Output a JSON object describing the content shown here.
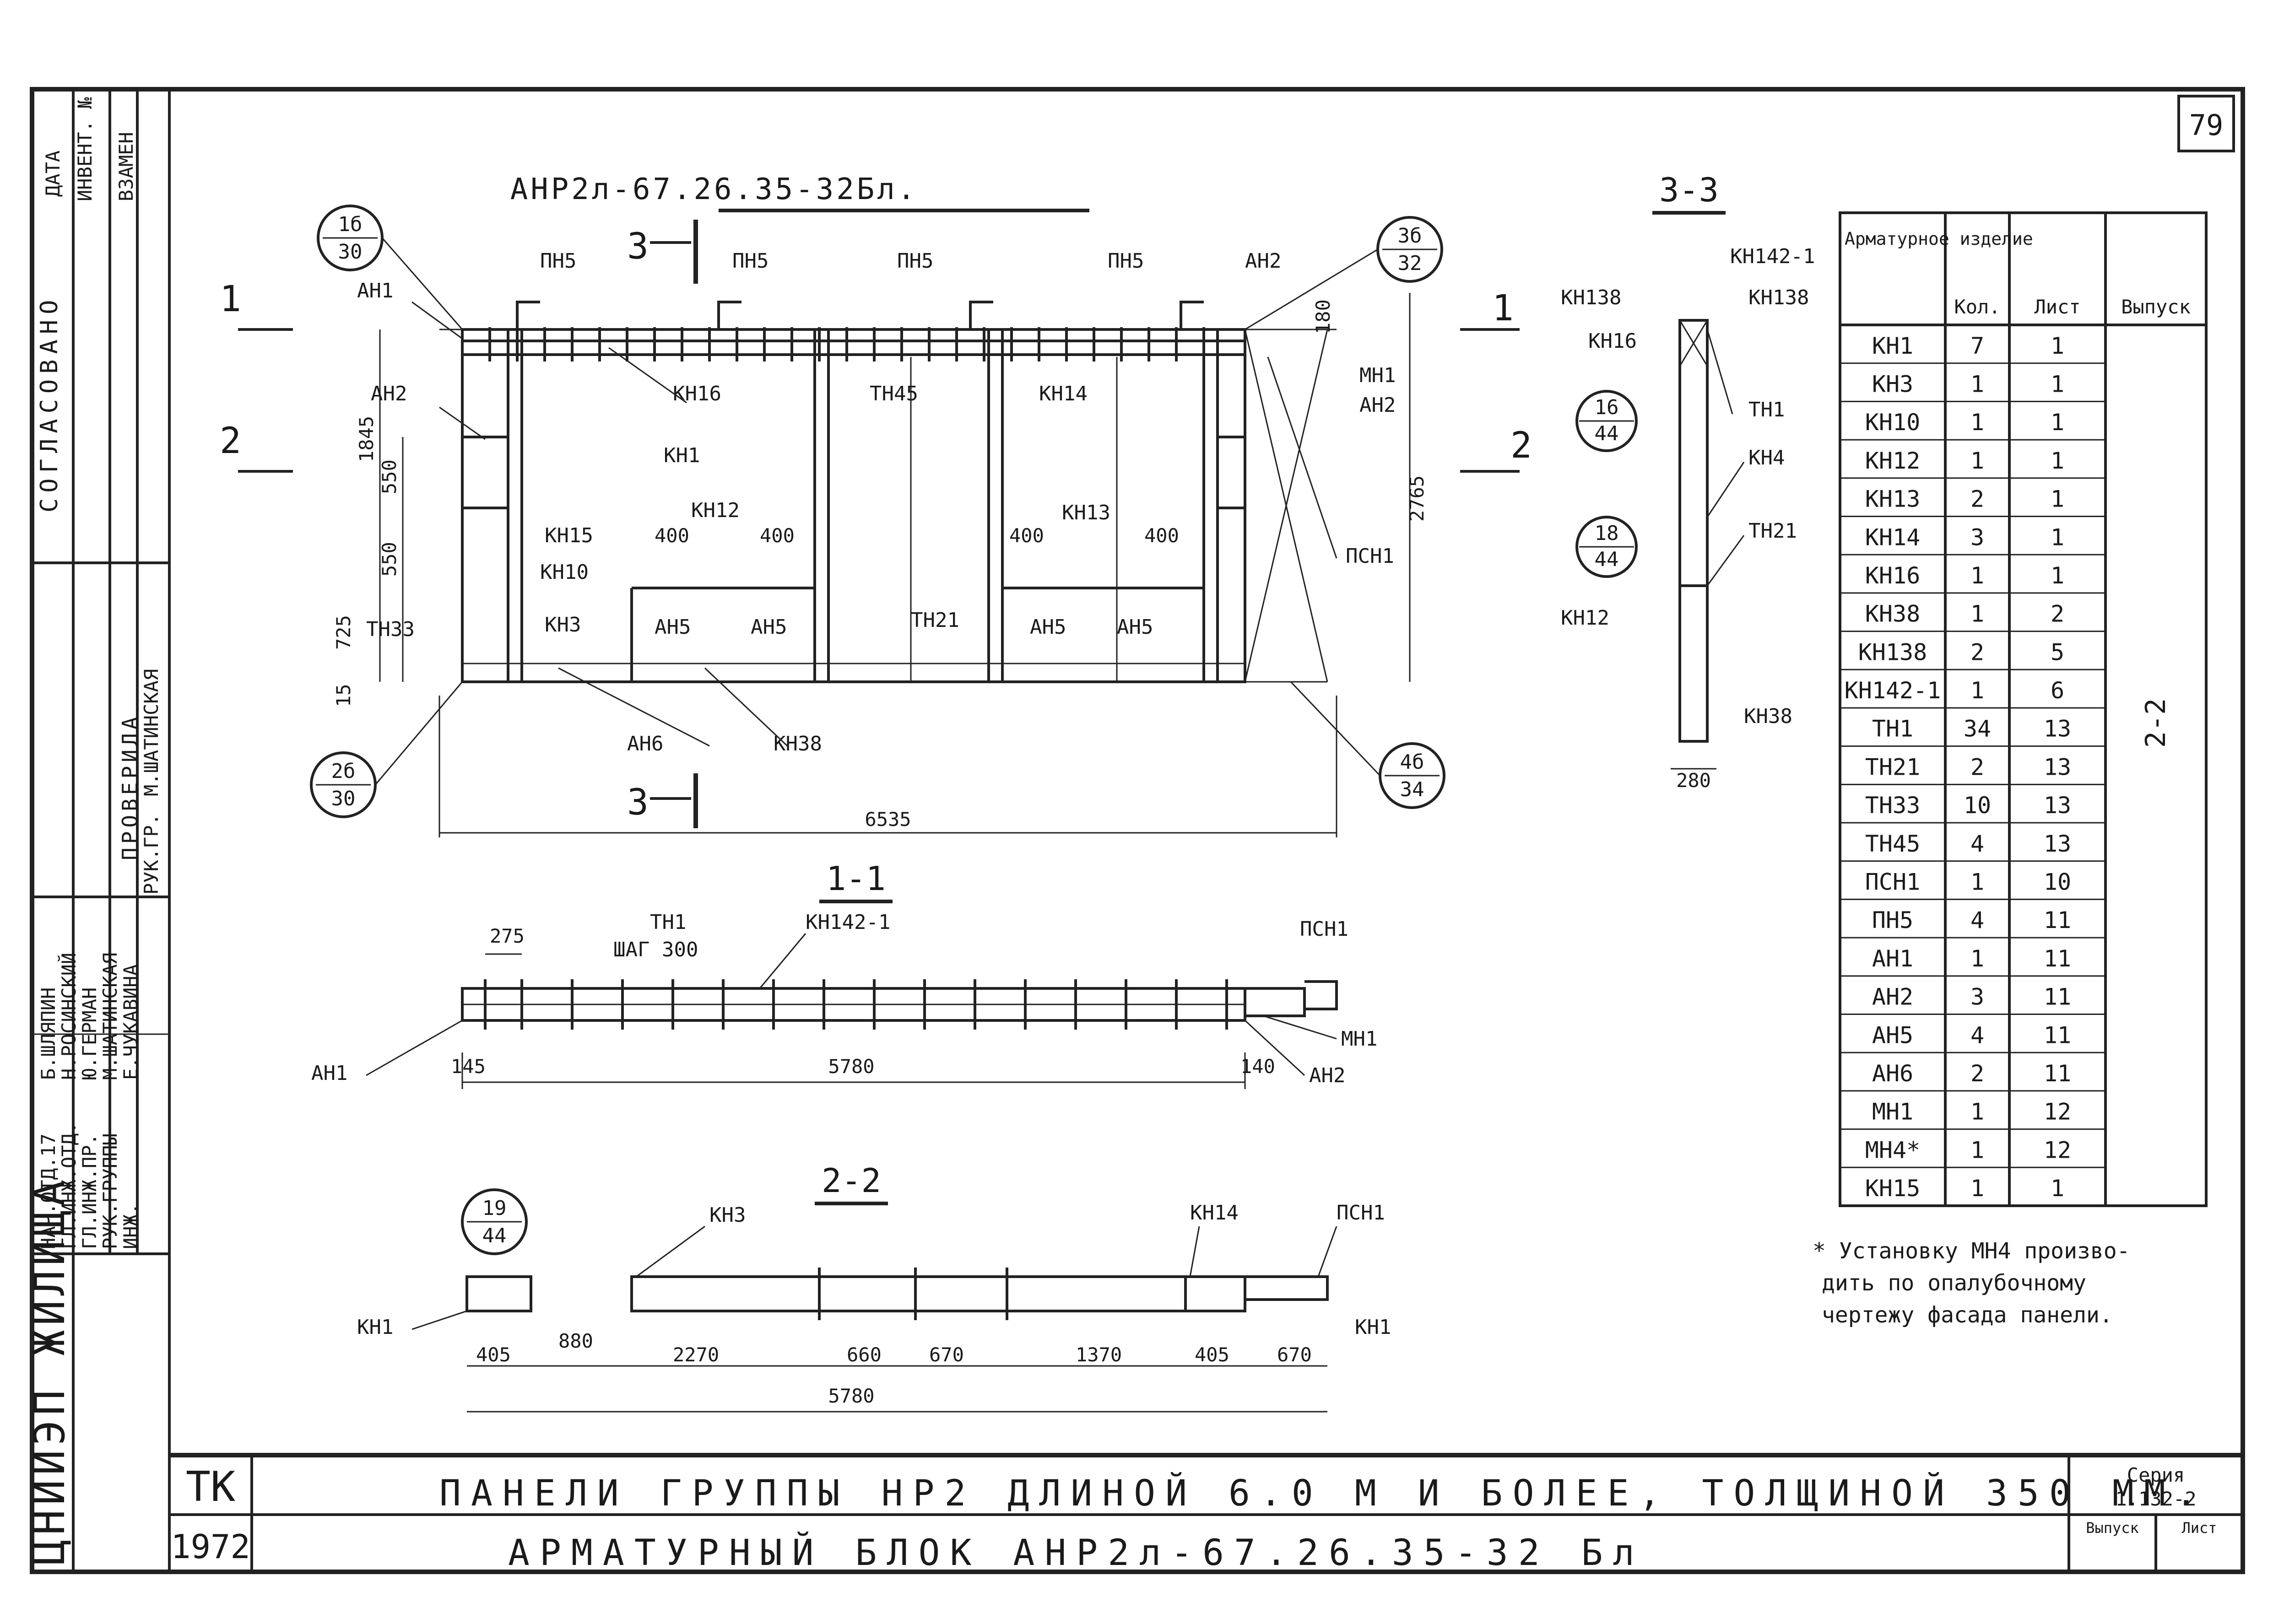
{
  "sheet": {
    "number": "79",
    "series_label": "Серия",
    "series": "1.132-2",
    "issue_label": "Выпуск",
    "list_label": "Лист",
    "tk": "ТК",
    "year": "1972"
  },
  "stamp": {
    "org": "ЦНИИЭП ЖИЛИЩА",
    "agreed": "СОГЛАСОВАНО",
    "checked": "ПРОВЕРИЛА",
    "fields": [
      "ДАТА",
      "ИНВЕНТ. №",
      "ВЗАМЕН"
    ]
  },
  "signatures": [
    {
      "role": "НАЧ.ОТД.17",
      "name": "Б.ШЛЯПИН"
    },
    {
      "role": "ГЛ.ИНЖ.ОТД.",
      "name": "Н.РОСИНСКИЙ"
    },
    {
      "role": "ГЛ.ИНЖ.ПР.",
      "name": "Ю.ГЕРМАН"
    },
    {
      "role": "РУК.ГРУППЫ",
      "name": "М.ШАТИНСКАЯ"
    },
    {
      "role": "ИНЖ.",
      "name": "Е.ЧУКАВИНА"
    },
    {
      "role": "РУК.ГР.",
      "name": "М.ШАТИНСКАЯ"
    }
  ],
  "title": {
    "line1": "ПАНЕЛИ ГРУППЫ НР2 ДЛИНОЙ 6.0 М И БОЛЕЕ, ТОЛЩИНОЙ 350 ММ.",
    "line2": "АРМАТУРНЫЙ БЛОК АНР2л-67.26.35-32 Бл"
  },
  "drawing": {
    "main_title": "АНР2л-67.26.35-32Бл.",
    "sec11": "1-1",
    "sec22": "2-2",
    "sec33": "3-3",
    "cut1": "1",
    "cut2": "2",
    "cut3": "3",
    "callouts": {
      "c1": [
        "1б",
        "30"
      ],
      "c2": [
        "2б",
        "30"
      ],
      "c3": [
        "3б",
        "32"
      ],
      "c4": [
        "4б",
        "34"
      ],
      "c5": [
        "16",
        "44"
      ],
      "c6": [
        "18",
        "44"
      ],
      "c7": [
        "19",
        "44"
      ]
    },
    "labels": {
      "an1": "АН1",
      "an2": "АН2",
      "an5": "АН5",
      "an6": "АН6",
      "pn5": "ПН5",
      "mn1": "МН1",
      "psn1": "ПСН1",
      "kn1": "КН1",
      "kn3": "КН3",
      "kn4": "КН4",
      "kn10": "КН10",
      "kn12": "КН12",
      "kn13": "КН13",
      "kn14": "КН14",
      "kn15": "КН15",
      "kn16": "КН16",
      "kn38": "КН38",
      "kn138": "КН138",
      "kn142": "КН142-1",
      "tn1": "ТН1",
      "tn21": "ТН21",
      "tn33": "ТН33",
      "tn45": "ТН45",
      "step": "ШАГ 300"
    },
    "dims": {
      "d1845": "1845",
      "d550": "550",
      "d725": "725",
      "d15": "15",
      "d180": "180",
      "d2765": "2765",
      "d6535": "6535",
      "d400": "400",
      "d280": "280",
      "d275": "275",
      "d145": "145",
      "d140": "140",
      "d5780": "5780",
      "d405": "405",
      "d880": "880",
      "d2270": "2270",
      "d660": "660",
      "d670": "670",
      "d1370": "1370"
    }
  },
  "spec": {
    "headers": {
      "item": "Арматурное изделие",
      "qty": "Кол.",
      "sheet": "Лист",
      "issue": "Выпуск"
    },
    "issue_value": "2-2",
    "rows": [
      {
        "item": "КН1",
        "qty": "7",
        "sheet": "1"
      },
      {
        "item": "КН3",
        "qty": "1",
        "sheet": "1"
      },
      {
        "item": "КН10",
        "qty": "1",
        "sheet": "1"
      },
      {
        "item": "КН12",
        "qty": "1",
        "sheet": "1"
      },
      {
        "item": "КН13",
        "qty": "2",
        "sheet": "1"
      },
      {
        "item": "КН14",
        "qty": "3",
        "sheet": "1"
      },
      {
        "item": "КН16",
        "qty": "1",
        "sheet": "1"
      },
      {
        "item": "КН38",
        "qty": "1",
        "sheet": "2"
      },
      {
        "item": "КН138",
        "qty": "2",
        "sheet": "5"
      },
      {
        "item": "КН142-1",
        "qty": "1",
        "sheet": "6"
      },
      {
        "item": "ТН1",
        "qty": "34",
        "sheet": "13"
      },
      {
        "item": "ТН21",
        "qty": "2",
        "sheet": "13"
      },
      {
        "item": "ТН33",
        "qty": "10",
        "sheet": "13"
      },
      {
        "item": "ТН45",
        "qty": "4",
        "sheet": "13"
      },
      {
        "item": "ПСН1",
        "qty": "1",
        "sheet": "10"
      },
      {
        "item": "ПН5",
        "qty": "4",
        "sheet": "11"
      },
      {
        "item": "АН1",
        "qty": "1",
        "sheet": "11"
      },
      {
        "item": "АН2",
        "qty": "3",
        "sheet": "11"
      },
      {
        "item": "АН5",
        "qty": "4",
        "sheet": "11"
      },
      {
        "item": "АН6",
        "qty": "2",
        "sheet": "11"
      },
      {
        "item": "МН1",
        "qty": "1",
        "sheet": "12"
      },
      {
        "item": "МН4*",
        "qty": "1",
        "sheet": "12"
      },
      {
        "item": "КН15",
        "qty": "1",
        "sheet": "1"
      }
    ]
  },
  "note": [
    "* Установку МН4 произво-",
    "дить по опалубочному",
    "чертежу фасада панели."
  ]
}
